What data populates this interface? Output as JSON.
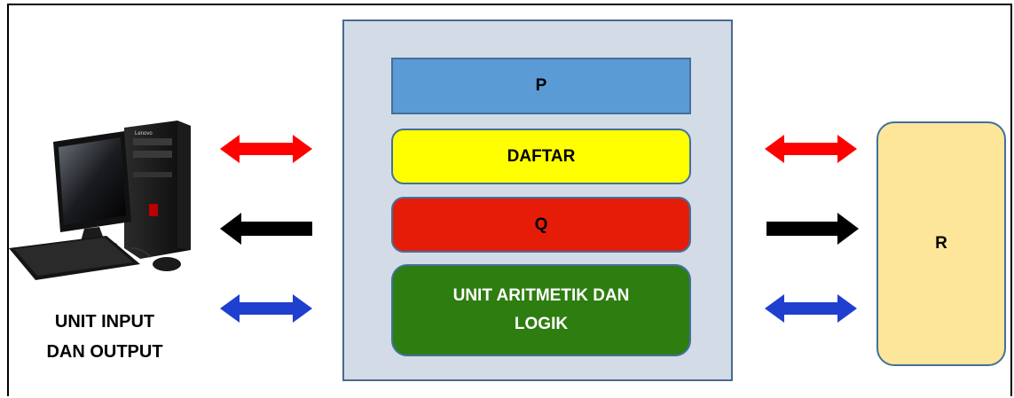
{
  "blocks": {
    "p": "P",
    "daftar": "DAFTAR",
    "q": "Q",
    "alu": "UNIT ARITMETIK DAN LOGIK",
    "r": "R"
  },
  "io_label_line1": "UNIT INPUT",
  "io_label_line2": "DAN OUTPUT",
  "computer_icon": "desktop-computer-icon",
  "brand_text": "Lenovo",
  "colors": {
    "p": "#5b9bd5",
    "daftar": "#ffff00",
    "q": "#e51c08",
    "alu": "#2e7d10",
    "r": "#fde59a",
    "panel": "#d3dbe6",
    "arrow_red": "#ff0000",
    "arrow_black": "#000000",
    "arrow_blue": "#1f3fcf"
  },
  "arrows": [
    {
      "side": "left",
      "row": "top",
      "type": "bidirectional",
      "color": "red"
    },
    {
      "side": "left",
      "row": "middle",
      "type": "points-left",
      "color": "black"
    },
    {
      "side": "left",
      "row": "bottom",
      "type": "bidirectional",
      "color": "blue"
    },
    {
      "side": "right",
      "row": "top",
      "type": "bidirectional",
      "color": "red"
    },
    {
      "side": "right",
      "row": "middle",
      "type": "points-right",
      "color": "black"
    },
    {
      "side": "right",
      "row": "bottom",
      "type": "bidirectional",
      "color": "blue"
    }
  ]
}
